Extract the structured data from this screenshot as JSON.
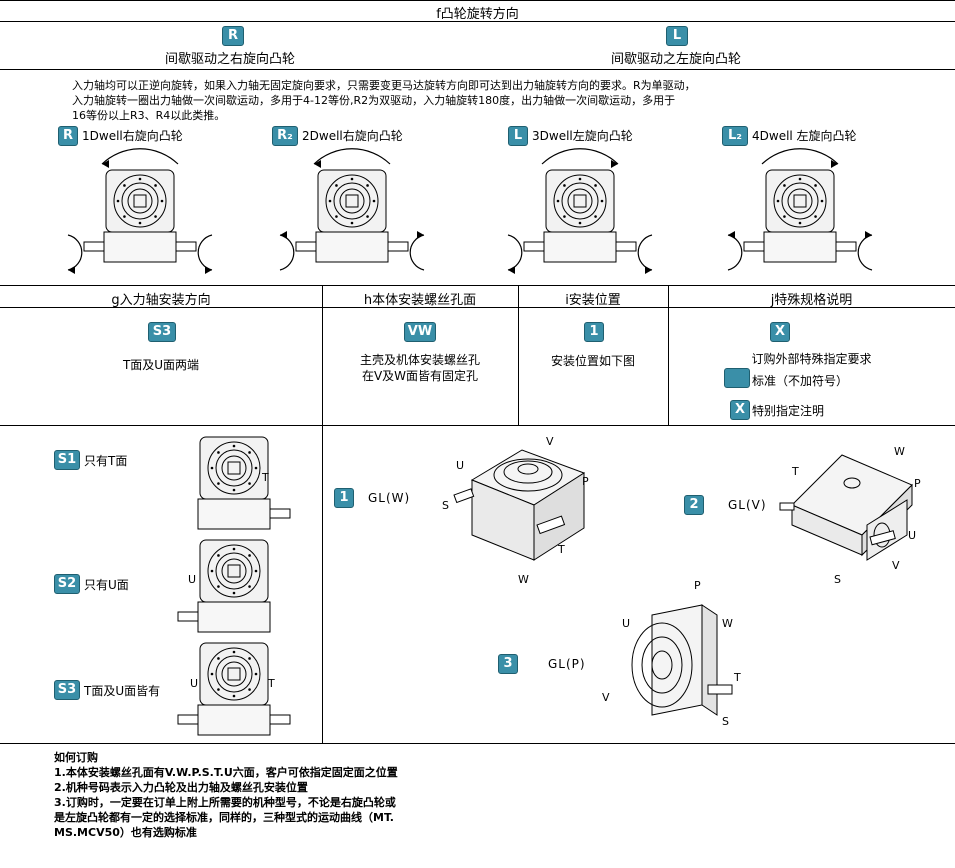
{
  "header": {
    "title": "f凸轮旋转方向"
  },
  "rotation": {
    "right": {
      "badge": "R",
      "label": "间歇驱动之右旋向凸轮"
    },
    "left": {
      "badge": "L",
      "label": "间歇驱动之左旋向凸轮"
    },
    "description": [
      "入力轴均可以正逆向旋转，如果入力轴无固定旋向要求，只需要变更马达旋转方向即可达到出力轴旋转方向的要求。R为单驱动，",
      "入力轴旋转一圈出力轴做一次间歇运动，多用于4-12等份,R2为双驱动，入力轴旋转180度，出力轴做一次间歇运动，多用于",
      "16等份以上R3、R4以此类推。"
    ],
    "types": [
      {
        "badge": "R",
        "label": "1Dwell右旋向凸轮"
      },
      {
        "badge": "R₂",
        "label": "2Dwell右旋向凸轮"
      },
      {
        "badge": "L",
        "label": "3Dwell左旋向凸轮"
      },
      {
        "badge": "L₂",
        "label": "4Dwell 左旋向凸轮"
      }
    ]
  },
  "spec_table": {
    "headers": [
      "g入力轴安装方向",
      "h本体安装螺丝孔面",
      "i安装位置",
      "j特殊规格说明"
    ],
    "g": {
      "badge": "S3",
      "text": "T面及U面两端"
    },
    "h": {
      "badge": "VW",
      "line1": "主壳及机体安装螺丝孔",
      "line2": "在V及W面皆有固定孔"
    },
    "i": {
      "badge": "1",
      "text": "安装位置如下图"
    },
    "j": {
      "badge": "X",
      "text": "订购外部特殊指定要求",
      "std_label": "标准（不加符号）",
      "special_badge": "X",
      "special_label": "特别指定注明"
    }
  },
  "shaft_options": [
    {
      "badge": "S1",
      "label": "只有T面"
    },
    {
      "badge": "S2",
      "label": "只有U面"
    },
    {
      "badge": "S3",
      "label": "T面及U面皆有"
    }
  ],
  "positions": [
    {
      "badge": "1",
      "label": "GL(W)"
    },
    {
      "badge": "2",
      "label": "GL(V)"
    },
    {
      "badge": "3",
      "label": "GL(P)"
    }
  ],
  "face_letters": {
    "T": "T",
    "U": "U",
    "V": "V",
    "W": "W",
    "P": "P",
    "S": "S"
  },
  "ordering": {
    "title": "如何订购",
    "lines": [
      "1.本体安装螺丝孔面有V.W.P.S.T.U六面，客户可依指定固定面之位置",
      "2.机种号码表示入力凸轮及出力轴及螺丝孔安装位置",
      "3.订购时，一定要在订单上附上所需要的机种型号，不论是右旋凸轮或",
      "是左旋凸轮都有一定的选择标准，同样的，三种型式的运动曲线（MT.",
      "MS.MCV50）也有选购标准"
    ]
  },
  "colors": {
    "badge": "#3a8fa8",
    "line": "#000000"
  }
}
